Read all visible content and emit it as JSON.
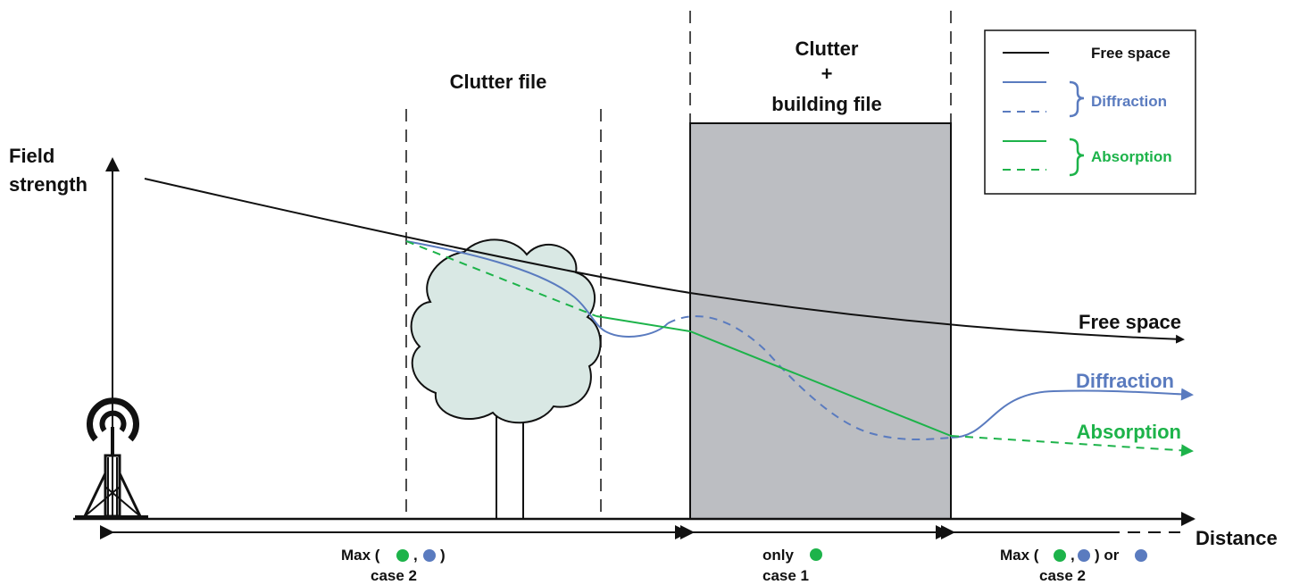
{
  "axes": {
    "y_label_line1": "Field",
    "y_label_line2": "strength",
    "x_label": "Distance"
  },
  "zones": {
    "clutter_title": "Clutter file",
    "building_title_line1": "Clutter",
    "building_title_line2": "+",
    "building_title_line3": "building file"
  },
  "curve_labels": {
    "free_space": "Free space",
    "diffraction": "Diffraction",
    "absorption": "Absorption"
  },
  "legend": {
    "free_space": "Free space",
    "diffraction": "Diffraction",
    "absorption": "Absorption"
  },
  "bottom": {
    "seg1_line1_pre": "Max (",
    "seg1_line1_comma": ",",
    "seg1_line1_post": ")",
    "seg1_line2": "case 2",
    "seg2_line1": "only",
    "seg2_line2": "case 1",
    "seg3_line1_pre": "Max (",
    "seg3_line1_comma": ",",
    "seg3_line1_post": ") or",
    "seg3_line2": "case 2"
  },
  "colors": {
    "free_space": "#111111",
    "diffraction": "#5a7bbf",
    "absorption": "#1db34a",
    "tree_fill": "#d9e8e4",
    "building_fill": "#bcbec2"
  },
  "icons": [
    "antenna-tower-icon",
    "tree-icon",
    "building-block"
  ]
}
